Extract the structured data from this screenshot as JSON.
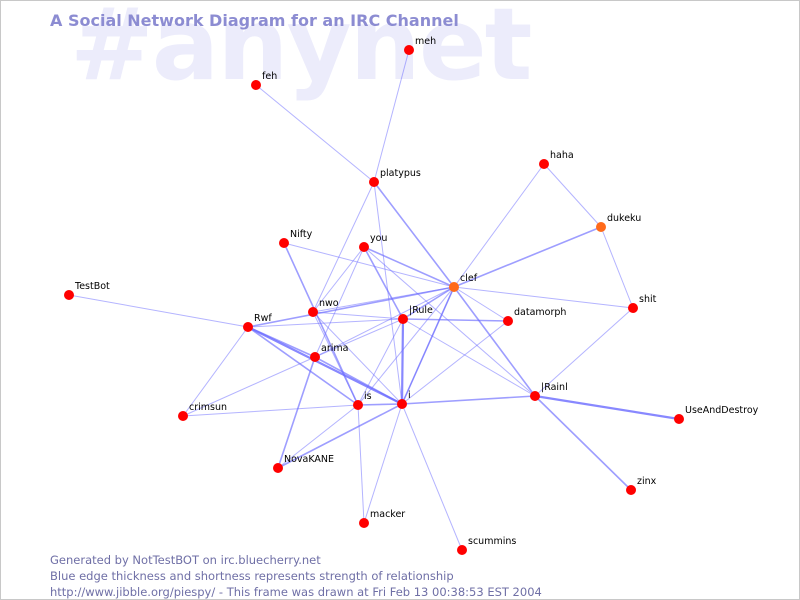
{
  "watermark": "#anynet",
  "title": "A Social Network Diagram for an IRC Channel",
  "footer": {
    "line1": "Generated by NotTestBOT on irc.bluecherry.net",
    "line2": "Blue edge thickness and shortness represents strength of relationship",
    "line3": "http://www.jibble.org/piespy/ - This frame was drawn at Fri Feb 13 00:38:53 EST 2004"
  },
  "colors": {
    "node": "#ff0000",
    "node_alt": "#ff6a1a",
    "edge": "#6a6aff",
    "label": "#000000"
  },
  "nodes": [
    {
      "id": "meh",
      "label": "meh"
    },
    {
      "id": "feh",
      "label": "feh"
    },
    {
      "id": "platypus",
      "label": "platypus"
    },
    {
      "id": "haha",
      "label": "haha"
    },
    {
      "id": "dukeku",
      "label": "dukeku",
      "alt": true
    },
    {
      "id": "nifty",
      "label": "Nifty"
    },
    {
      "id": "you",
      "label": "you"
    },
    {
      "id": "clef",
      "label": "clef",
      "alt": true
    },
    {
      "id": "testbot",
      "label": "TestBot"
    },
    {
      "id": "shit",
      "label": "shit"
    },
    {
      "id": "nwo",
      "label": "nwo"
    },
    {
      "id": "irule",
      "label": "|Rule"
    },
    {
      "id": "datamorph",
      "label": "datamorph"
    },
    {
      "id": "rwf",
      "label": "Rwf"
    },
    {
      "id": "arima",
      "label": "arima"
    },
    {
      "id": "irainl",
      "label": "|Rainl"
    },
    {
      "id": "is",
      "label": "is"
    },
    {
      "id": "i",
      "label": "i"
    },
    {
      "id": "useanddestroy",
      "label": "UseAndDestroy"
    },
    {
      "id": "crimsun",
      "label": "crimsun"
    },
    {
      "id": "novakane",
      "label": "NovaKANE"
    },
    {
      "id": "zinx",
      "label": "zinx"
    },
    {
      "id": "macker",
      "label": "macker"
    },
    {
      "id": "scummins",
      "label": "scummins"
    }
  ],
  "edges": [
    {
      "a": "meh",
      "b": "platypus",
      "w": 1
    },
    {
      "a": "feh",
      "b": "platypus",
      "w": 1
    },
    {
      "a": "platypus",
      "b": "clef",
      "w": 2
    },
    {
      "a": "platypus",
      "b": "nwo",
      "w": 1
    },
    {
      "a": "platypus",
      "b": "i",
      "w": 1
    },
    {
      "a": "haha",
      "b": "clef",
      "w": 1
    },
    {
      "a": "haha",
      "b": "dukeku",
      "w": 1
    },
    {
      "a": "dukeku",
      "b": "clef",
      "w": 2
    },
    {
      "a": "dukeku",
      "b": "shit",
      "w": 1
    },
    {
      "a": "shit",
      "b": "irainl",
      "w": 1
    },
    {
      "a": "shit",
      "b": "clef",
      "w": 1
    },
    {
      "a": "nifty",
      "b": "clef",
      "w": 1
    },
    {
      "a": "nifty",
      "b": "is",
      "w": 2
    },
    {
      "a": "you",
      "b": "clef",
      "w": 2
    },
    {
      "a": "you",
      "b": "irule",
      "w": 2
    },
    {
      "a": "you",
      "b": "nwo",
      "w": 1
    },
    {
      "a": "you",
      "b": "irainl",
      "w": 1
    },
    {
      "a": "you",
      "b": "arima",
      "w": 1
    },
    {
      "a": "clef",
      "b": "nwo",
      "w": 1
    },
    {
      "a": "clef",
      "b": "irule",
      "w": 2
    },
    {
      "a": "clef",
      "b": "rwf",
      "w": 2
    },
    {
      "a": "clef",
      "b": "arima",
      "w": 1
    },
    {
      "a": "clef",
      "b": "i",
      "w": 2
    },
    {
      "a": "clef",
      "b": "is",
      "w": 1
    },
    {
      "a": "clef",
      "b": "irainl",
      "w": 2
    },
    {
      "a": "testbot",
      "b": "rwf",
      "w": 1
    },
    {
      "a": "rwf",
      "b": "irule",
      "w": 1
    },
    {
      "a": "rwf",
      "b": "i",
      "w": 3
    },
    {
      "a": "rwf",
      "b": "is",
      "w": 2
    },
    {
      "a": "rwf",
      "b": "arima",
      "w": 2
    },
    {
      "a": "rwf",
      "b": "crimsun",
      "w": 1
    },
    {
      "a": "nwo",
      "b": "irule",
      "w": 1
    },
    {
      "a": "nwo",
      "b": "is",
      "w": 1
    },
    {
      "a": "nwo",
      "b": "i",
      "w": 1
    },
    {
      "a": "irule",
      "b": "datamorph",
      "w": 2
    },
    {
      "a": "irule",
      "b": "i",
      "w": 3
    },
    {
      "a": "irule",
      "b": "arima",
      "w": 1
    },
    {
      "a": "irule",
      "b": "is",
      "w": 1
    },
    {
      "a": "datamorph",
      "b": "clef",
      "w": 1
    },
    {
      "a": "datamorph",
      "b": "i",
      "w": 1
    },
    {
      "a": "arima",
      "b": "i",
      "w": 2
    },
    {
      "a": "arima",
      "b": "novakane",
      "w": 2
    },
    {
      "a": "arima",
      "b": "crimsun",
      "w": 1
    },
    {
      "a": "is",
      "b": "i",
      "w": 2
    },
    {
      "a": "is",
      "b": "crimsun",
      "w": 1
    },
    {
      "a": "is",
      "b": "macker",
      "w": 1
    },
    {
      "a": "i",
      "b": "irainl",
      "w": 2
    },
    {
      "a": "i",
      "b": "novakane",
      "w": 2
    },
    {
      "a": "i",
      "b": "macker",
      "w": 1
    },
    {
      "a": "i",
      "b": "scummins",
      "w": 1
    },
    {
      "a": "i",
      "b": "clef",
      "w": 1
    },
    {
      "a": "irainl",
      "b": "useanddestroy",
      "w": 3
    },
    {
      "a": "irainl",
      "b": "zinx",
      "w": 2
    },
    {
      "a": "irainl",
      "b": "irule",
      "w": 1
    },
    {
      "a": "novakane",
      "b": "is",
      "w": 1
    }
  ]
}
